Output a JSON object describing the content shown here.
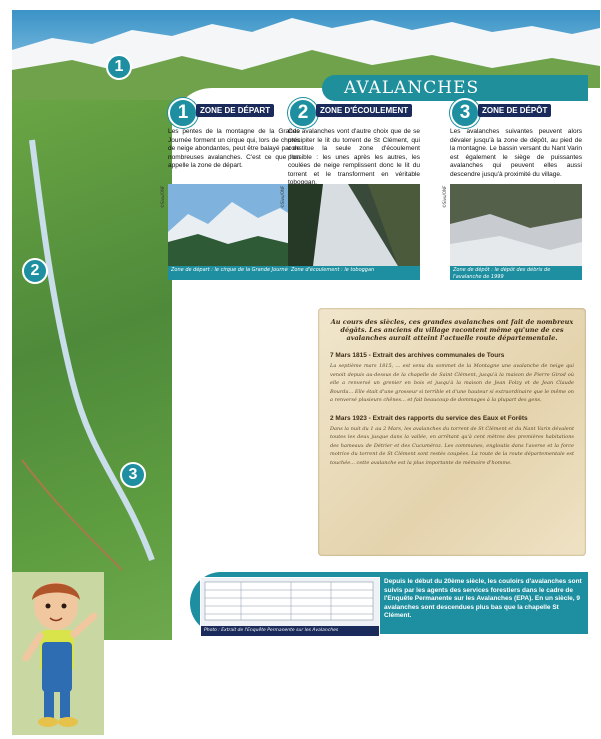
{
  "banner": {
    "title": "AVALANCHES"
  },
  "map_badges": [
    "1",
    "2",
    "3"
  ],
  "zones": [
    {
      "number": "1",
      "tag": "ZONE DE DÉPART",
      "text": "Les pentes de la montagne de la Grande Journée forment un cirque qui, lors de chutes de neige abondantes, peut être balayé par de nombreuses avalanches. C'est ce que l'on appelle la zone de départ.",
      "caption": "Zone de départ : le cirque de la Grande Journée",
      "credit": "©Sivu/ONF"
    },
    {
      "number": "2",
      "tag": "ZONE D'ÉCOULEMENT",
      "text": "Ces avalanches vont d'autre choix que de se précipiter le lit du torrent de St Clément, qui constitue la seule zone d'écoulement possible : les unes après les autres, les coulées de neige remplissent donc le lit du torrent et le transforment en véritable toboggan.",
      "caption": "Zone d'écoulement : le toboggan",
      "credit": "©Sivu/ONF"
    },
    {
      "number": "3",
      "tag": "ZONE DE DÉPÔT",
      "text": "Les avalanches suivantes peuvent alors dévaler jusqu'à la zone de dépôt, au pied de la montagne. Le bassin versant du Nant Varin est également le siège de puissantes avalanches qui peuvent elles aussi descendre jusqu'à proximité du village.",
      "caption": "Zone de dépôt : le dépôt des débris de l'avalanche de 1999",
      "credit": "©Sivu/ONF"
    }
  ],
  "parchment": {
    "intro": "Au cours des siècles, ces grandes avalanches ont fait de nombreux dégâts. Les anciens du village racontent même qu'une de ces avalanches aurait atteint l'actuelle route départementale.",
    "entries": [
      {
        "title": "7 Mars 1815 - Extrait des archives communales de Tours",
        "body": "La septième mars 1815, ... est venu du sommet de la Montagne une avalanche de neige qui venoit depuis au-dessus de la chapelle de Saint Clément, jusqu'à la maison de Pierre Girod où elle a renversé un grenier en bois et jusqu'à la maison de Jean Folzy et de Jean Claude Bourda... Elle était d'une grosseur si terrible et d'une hauteur si extraordinaire que le même on a renversé plusieurs chênes... et fait beaucoup de dommages à la plupart des gens."
      },
      {
        "title": "2 Mars 1923 - Extrait des rapports du service des Eaux et Forêts",
        "body": "Dans la nuit du 1 au 2 Mars, les avalanches du torrent de St Clément et du Nant Varin dévalent toutes les deux jusque dans la vallée, en arrêtant qu'à cent mètres des premières habitations des hameaux de Détrier et des Cucuméroz. Les communes, engloutis dans l'averse et la force motrice du torrent de St Clément sont restés coupées. La route de la route départementale est touchée... cette avalanche est la plus importante de mémoire d'homme."
      }
    ]
  },
  "doc_photo": {
    "caption": "Photo : Extrait de l'Enquête Permanente sur les Avalanches"
  },
  "footer": {
    "text": "Depuis le début du 20ème siècle, les couloirs d'avalanches sont suivis par les agents des services forestiers dans le cadre de l'Enquête Permanente sur les Avalanches (EPA). En un siècle, 9 avalanches sont descendues plus bas que la chapelle St Clément."
  },
  "colors": {
    "teal": "#1d8fa0",
    "navy": "#1a2a5a",
    "parchment": "#e8d9b5",
    "grass": "#4e8a3a"
  }
}
